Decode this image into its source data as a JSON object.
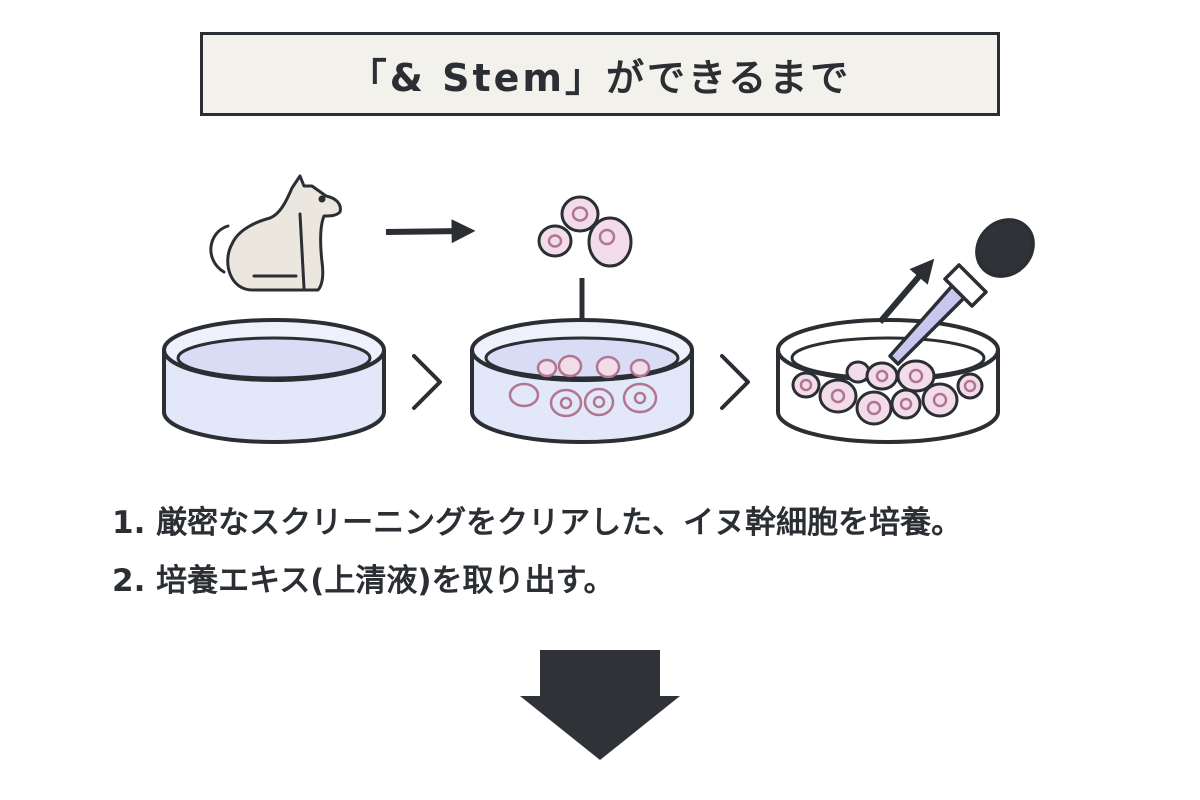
{
  "header": {
    "title": "「& Stem」ができるまで"
  },
  "steps": [
    {
      "text": "1. 厳密なスクリーニングをクリアした、イヌ幹細胞を培養。"
    },
    {
      "text": "2. 培養エキス(上清液)を取り出す。"
    }
  ],
  "colors": {
    "ink": "#2b2f33",
    "title_bg": "#f3f1ec",
    "dog_fill": "#ece7de",
    "dish_liquid": "#dfe4f7",
    "cell_fill": "#f3dce9",
    "cell_stroke": "#b0768f",
    "dropper_liquid": "#c9c7ef"
  },
  "icons": {
    "source": "dog-icon",
    "dish": "petri-dish-icon",
    "cells": "stem-cell-icon",
    "tool": "dropper-icon",
    "next": "chevron-right-icon",
    "down": "down-arrow-icon"
  }
}
